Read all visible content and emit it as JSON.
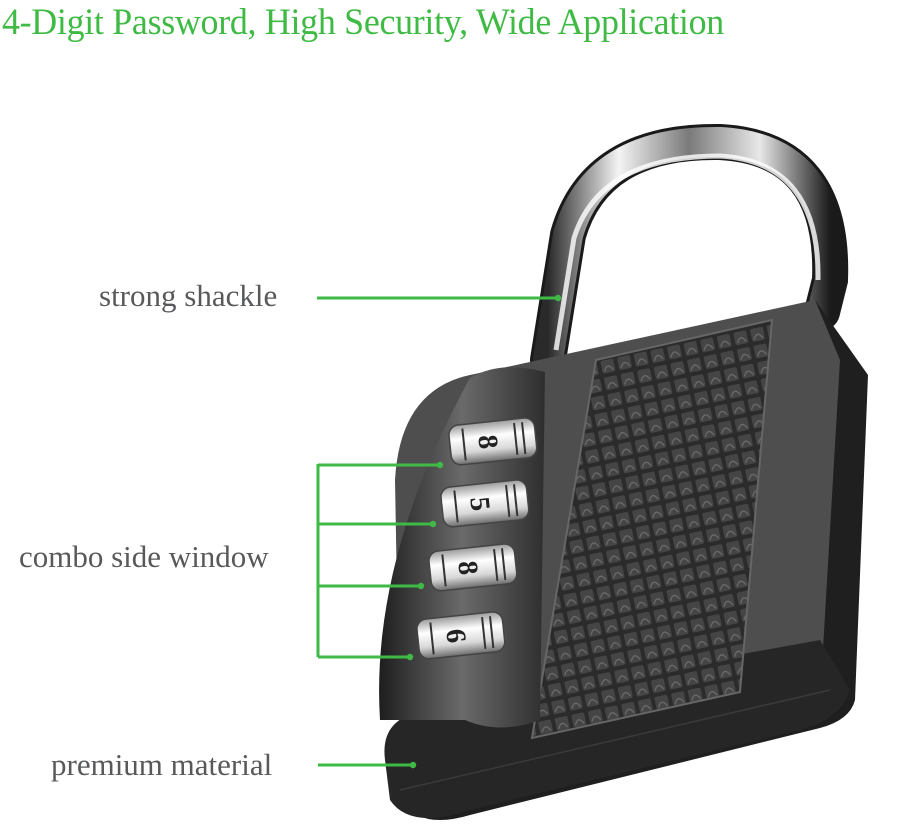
{
  "headline": "4-Digit Password, High Security, Wide Application",
  "callouts": {
    "shackle": "strong shackle",
    "combo_window": "combo side window",
    "material": "premium material"
  },
  "dials": [
    "8",
    "5",
    "8",
    "6"
  ],
  "colors": {
    "headline": "#3fba44",
    "callout_line": "#3fba44",
    "label_text": "#58595b",
    "lock_body": "#2a2a2a",
    "lock_face": "#5a5a5a",
    "shackle_metal": "#c8c8c8"
  }
}
